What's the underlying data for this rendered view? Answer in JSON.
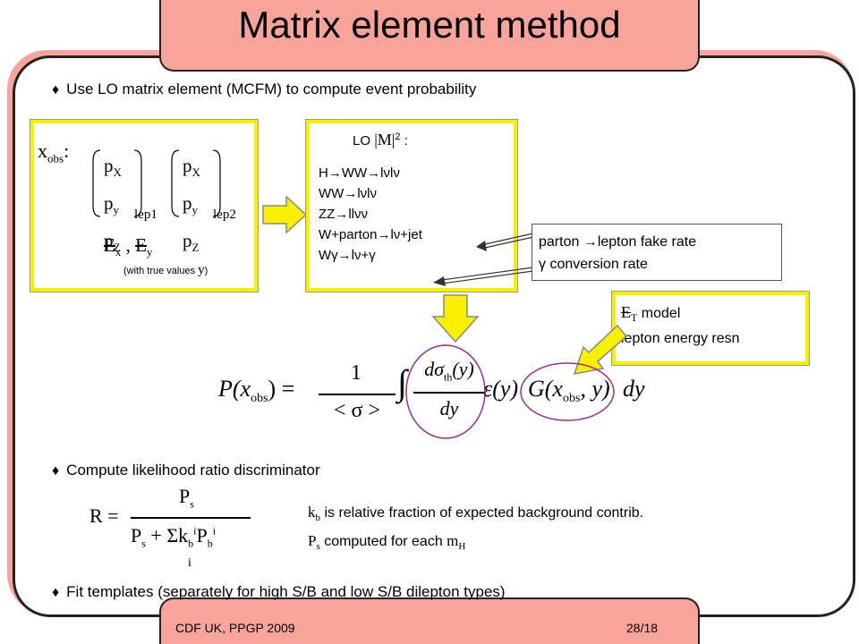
{
  "slide": {
    "title": "Matrix element method",
    "footer_left": "CDF UK, PPGP 2009",
    "footer_right": "28/18"
  },
  "bullets": {
    "b1": "Use LO matrix element (MCFM) to compute event probability",
    "b2": "Compute likelihood ratio discriminator",
    "b3": "Fit templates (separately for high S/B and low S/B dilepton types)"
  },
  "obs_box": {
    "x_obs": "x",
    "x_obs_sub": "obs",
    "colon": ":",
    "px": "p",
    "px_sub": "X",
    "py": "p",
    "py_sub": "y",
    "pz": "p",
    "pz_sub": "Z",
    "lep1": "lep1",
    "lep2": "lep2",
    "met": "E",
    "met_x_sub": "x",
    "met_y_sub": "y",
    "met_sep": " , ",
    "true_values": "(with true values",
    "true_y": "y",
    "close_paren": ")"
  },
  "lo_box": {
    "header_prefix": "LO",
    "header_m": "|M|",
    "header_sup": "2",
    "header_colon": ":",
    "lines": [
      "H→WW→lνlν",
      "WW→lνlν",
      "ZZ→llνν",
      "W+parton→lν+jet",
      "Wγ→lν+γ"
    ]
  },
  "fake_box": {
    "line1": "parton →lepton fake rate",
    "line2": "γ conversion rate"
  },
  "met_box": {
    "met": "E",
    "met_sub": "T",
    "model": " model",
    "line2": "lepton energy resn"
  },
  "formula": {
    "lhs": "P(x",
    "lhs_sub": "obs",
    "lhs_close": ") =",
    "num": "1",
    "den": "< σ >",
    "integral": "∫",
    "dsigma": "dσ",
    "dsigma_sub": "th",
    "dsigma_arg": "(y)",
    "dy": "dy",
    "eps": "ε(y)",
    "G": "G(x",
    "G_sub": "obs",
    "G_close": ", y)",
    "tail": "dy"
  },
  "ratio": {
    "R": "R =",
    "num": "P",
    "num_sub": "s",
    "den_a": "P",
    "den_a_sub": "s",
    "den_plus": " + Σk",
    "den_kb_sub": "b",
    "den_i_sup": "i",
    "den_P": "P",
    "den_Pb_sub": "b",
    "den_Pi_sup": "i",
    "den_i": "i"
  },
  "notes": {
    "kb": "k",
    "kb_sub": "b",
    "kb_text": " is relative fraction of expected background contrib.",
    "ps": "P",
    "ps_sub": "s",
    "ps_text": " computed for each ",
    "mh": "m",
    "mh_sub": "H"
  },
  "colors": {
    "pink": "#f9a49a",
    "yellow": "#f7f000",
    "purple": "#9b2d8c"
  }
}
